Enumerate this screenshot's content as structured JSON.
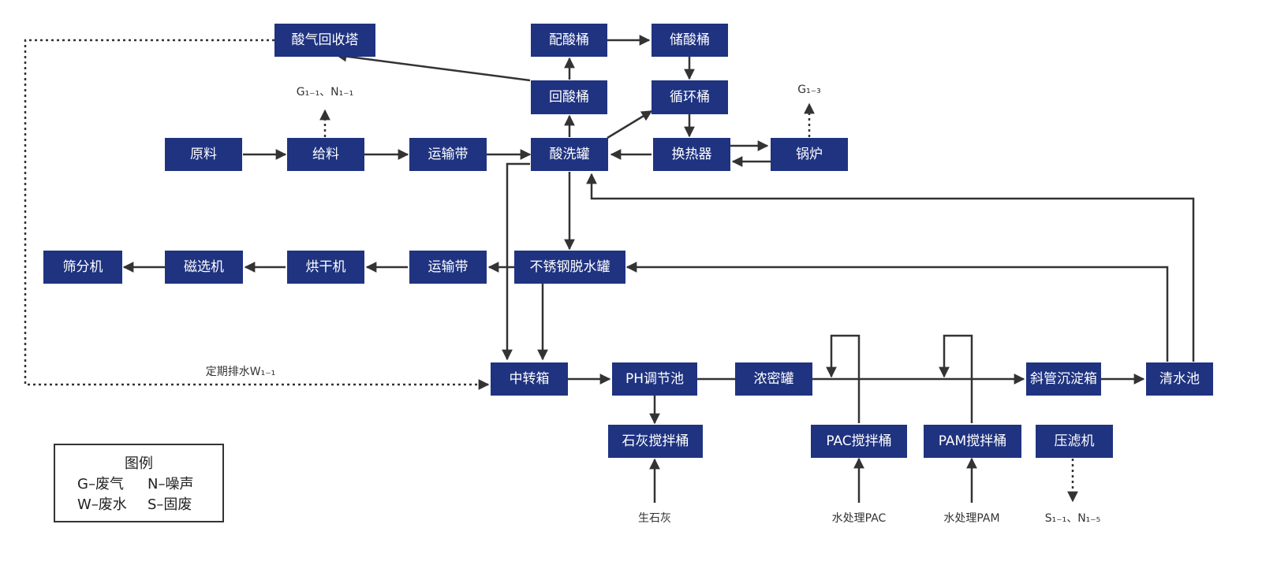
{
  "nodes": {
    "acid_gas_tower": "酸气回收塔",
    "acid_mix_tank": "配酸桶",
    "acid_storage_tank": "储酸桶",
    "acid_return_tank": "回酸桶",
    "circulation_tank": "循环桶",
    "raw_material": "原料",
    "feeding": "给料",
    "conveyor_belt_1": "运输带",
    "pickling_tank": "酸洗罐",
    "heat_exchanger": "换热器",
    "boiler": "锅炉",
    "screening_machine": "筛分机",
    "magnetic_separator": "磁选机",
    "dryer": "烘干机",
    "conveyor_belt_2": "运输带",
    "ss_dewatering_tank": "不锈钢脱水罐",
    "transfer_box": "中转箱",
    "ph_adjust_pool": "PH调节池",
    "concentration_tank": "浓密罐",
    "inclined_tube_settler": "斜管沉淀箱",
    "clear_water_pool": "清水池",
    "lime_mixing_tank": "石灰搅拌桶",
    "pac_mixing_tank": "PAC搅拌桶",
    "pam_mixing_tank": "PAM搅拌桶",
    "filter_press": "压滤机"
  },
  "labels": {
    "feeding_emission": "G₁₋₁、N₁₋₁",
    "boiler_emission": "G₁₋₃",
    "periodic_drain": "定期排水W₁₋₁",
    "quicklime": "生石灰",
    "water_pac": "水处理PAC",
    "water_pam": "水处理PAM",
    "filter_press_emission": "S₁₋₁、N₁₋₅"
  },
  "legend": {
    "title": "图例",
    "items": [
      "G–废气",
      "N–噪声",
      "W–废水",
      "S–固废"
    ]
  },
  "colors": {
    "box_fill": "#1f3380",
    "box_text": "#ffffff",
    "line": "#333333"
  }
}
